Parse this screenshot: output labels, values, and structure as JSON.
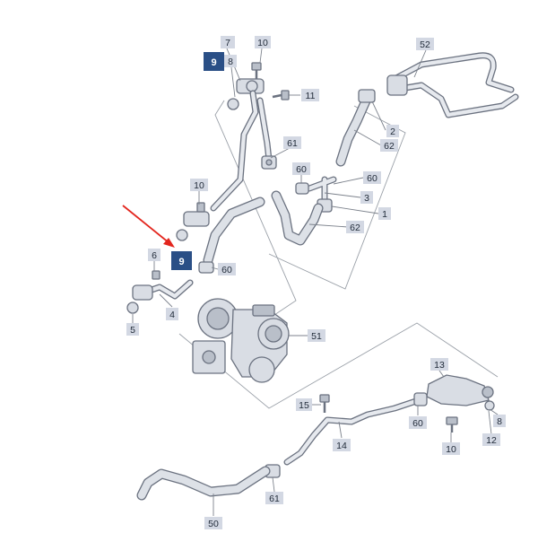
{
  "labels": {
    "l7": "7",
    "l10a": "10",
    "l9a": "9",
    "l8": "8",
    "l11": "11",
    "l52": "52",
    "l2": "2",
    "l62a": "62",
    "l61a": "61",
    "l60a": "60",
    "l60b": "60",
    "l3": "3",
    "l1": "1",
    "l62b": "62",
    "l10b": "10",
    "l9b": "9",
    "l6": "6",
    "l60c": "60",
    "l4": "4",
    "l5": "5",
    "l51": "51",
    "l13": "13",
    "l15": "15",
    "l60d": "60",
    "l8b": "8",
    "l14": "14",
    "l10c": "10",
    "l12": "12",
    "l61b": "61",
    "l50": "50"
  },
  "colors": {
    "highlight_box": "#2a4f86",
    "label_box": "#d3d8e3",
    "arrow": "#e3261e",
    "part_fill": "#d9dde4",
    "outline": "#6b7280"
  }
}
